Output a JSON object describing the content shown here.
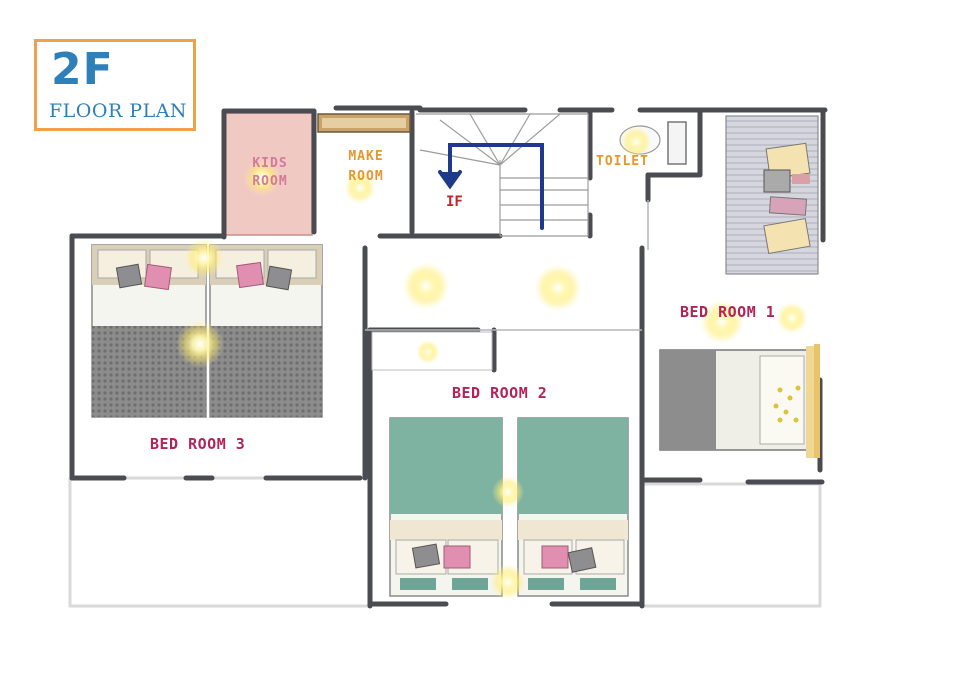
{
  "title": {
    "big": "2F",
    "small": "FLOOR PLAN",
    "border_color": "#f0a24a",
    "text_color": "#2f7fb9"
  },
  "rooms": {
    "kids_room": "KIDS\nROOM",
    "make_room": "MAKE\nROOM",
    "stairs": "IF",
    "toilet": "TOILET",
    "bed_room_1": "BED ROOM 1",
    "bed_room_2": "BED ROOM 2",
    "bed_room_3": "BED ROOM 3"
  },
  "colors": {
    "wall": "#4a4c52",
    "kids_room_fill": "#f1c9c3",
    "bed_label": "#b0245a",
    "small_label": "#e6962e",
    "stair_arrow": "#1f3a8a",
    "bedding_teal": "#7fb3a1",
    "bedding_gray": "#9a9a9a",
    "light_glow": "#fff3a0"
  },
  "icons": [
    "stair-arrow-icon",
    "light-icon",
    "bed-icon",
    "desk-icon",
    "toilet-icon"
  ]
}
